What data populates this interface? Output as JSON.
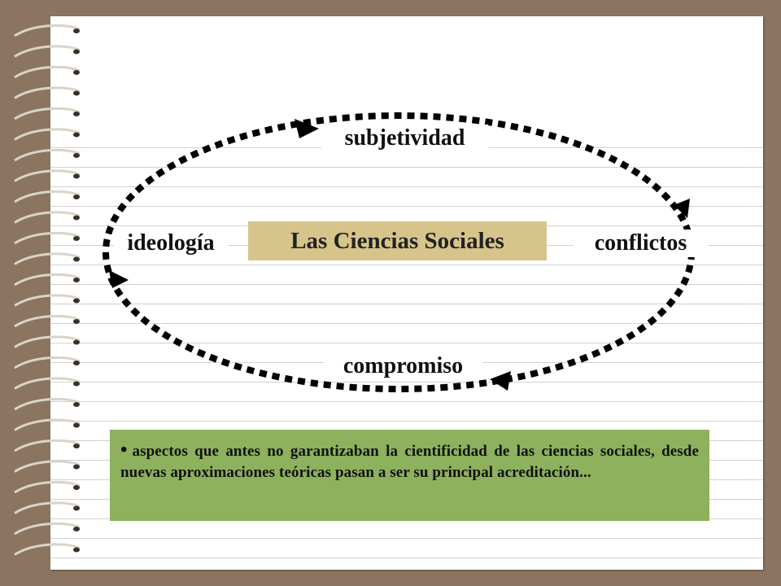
{
  "diagram": {
    "top": "subjetividad",
    "left": "ideología",
    "center": "Las Ciencias Sociales",
    "right": "conflictos",
    "bottom": "compromiso"
  },
  "note": {
    "bullet": "•",
    "text": "aspectos que antes no garantizaban la cientificidad   de las ciencias sociales, desde nuevas aproximaciones teóricas pasan a ser su principal acreditación..."
  },
  "colors": {
    "background": "#8b7560",
    "center_box": "#d6c48a",
    "note_box": "#8db15c",
    "ring": "#000000"
  }
}
